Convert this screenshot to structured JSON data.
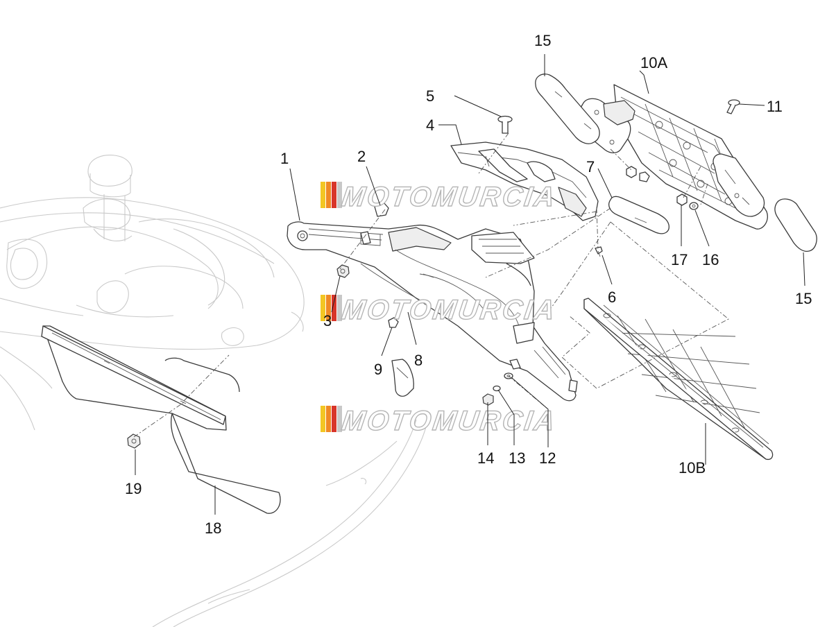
{
  "watermark": {
    "text": "MOTOMURCIA",
    "stripe_colors": [
      "#f3c623",
      "#f08a24",
      "#d8352a",
      "#c8c8c8"
    ]
  },
  "callouts": [
    "1",
    "2",
    "3",
    "4",
    "5",
    "6",
    "7",
    "8",
    "9",
    "10A",
    "10B",
    "11",
    "12",
    "13",
    "14",
    "15",
    "15",
    "16",
    "17",
    "18",
    "19"
  ]
}
